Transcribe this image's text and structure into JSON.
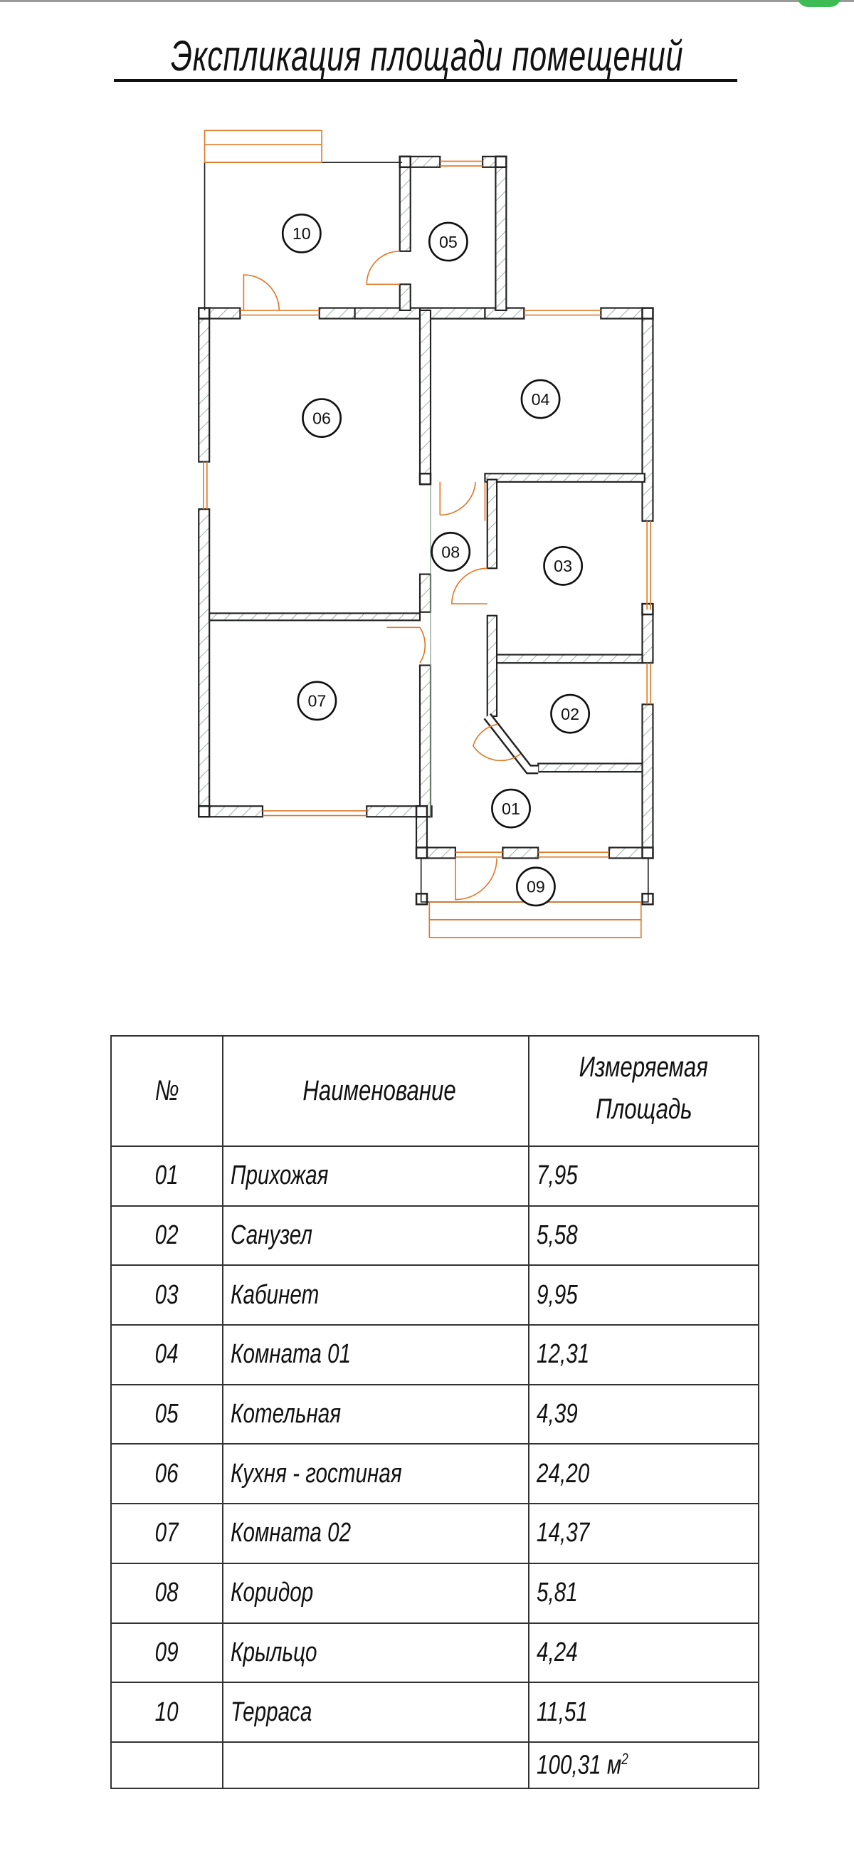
{
  "title": "Экспликация площади помещений",
  "table": {
    "headers": {
      "number": "№",
      "name": "Наименование",
      "area_line1": "Измеряемая",
      "area_line2": "Площадь"
    },
    "rows": [
      {
        "number": "01",
        "name": "Прихожая",
        "area": "7,95"
      },
      {
        "number": "02",
        "name": "Санузел",
        "area": "5,58"
      },
      {
        "number": "03",
        "name": "Кабинет",
        "area": "9,95"
      },
      {
        "number": "04",
        "name": "Комната 01",
        "area": "12,31"
      },
      {
        "number": "05",
        "name": "Котельная",
        "area": "4,39"
      },
      {
        "number": "06",
        "name": "Кухня - гостиная",
        "area": "24,20"
      },
      {
        "number": "07",
        "name": "Комната 02",
        "area": "14,37"
      },
      {
        "number": "08",
        "name": "Коридор",
        "area": "5,81"
      },
      {
        "number": "09",
        "name": "Крыльцо",
        "area": "4,24"
      },
      {
        "number": "10",
        "name": "Терраса",
        "area": "11,51"
      }
    ],
    "total": {
      "value": "100,31 м",
      "unit_sup": "2"
    }
  },
  "colors": {
    "wall": "#222222",
    "hatch": "#7f9a86",
    "opening": "#e07a2a"
  }
}
